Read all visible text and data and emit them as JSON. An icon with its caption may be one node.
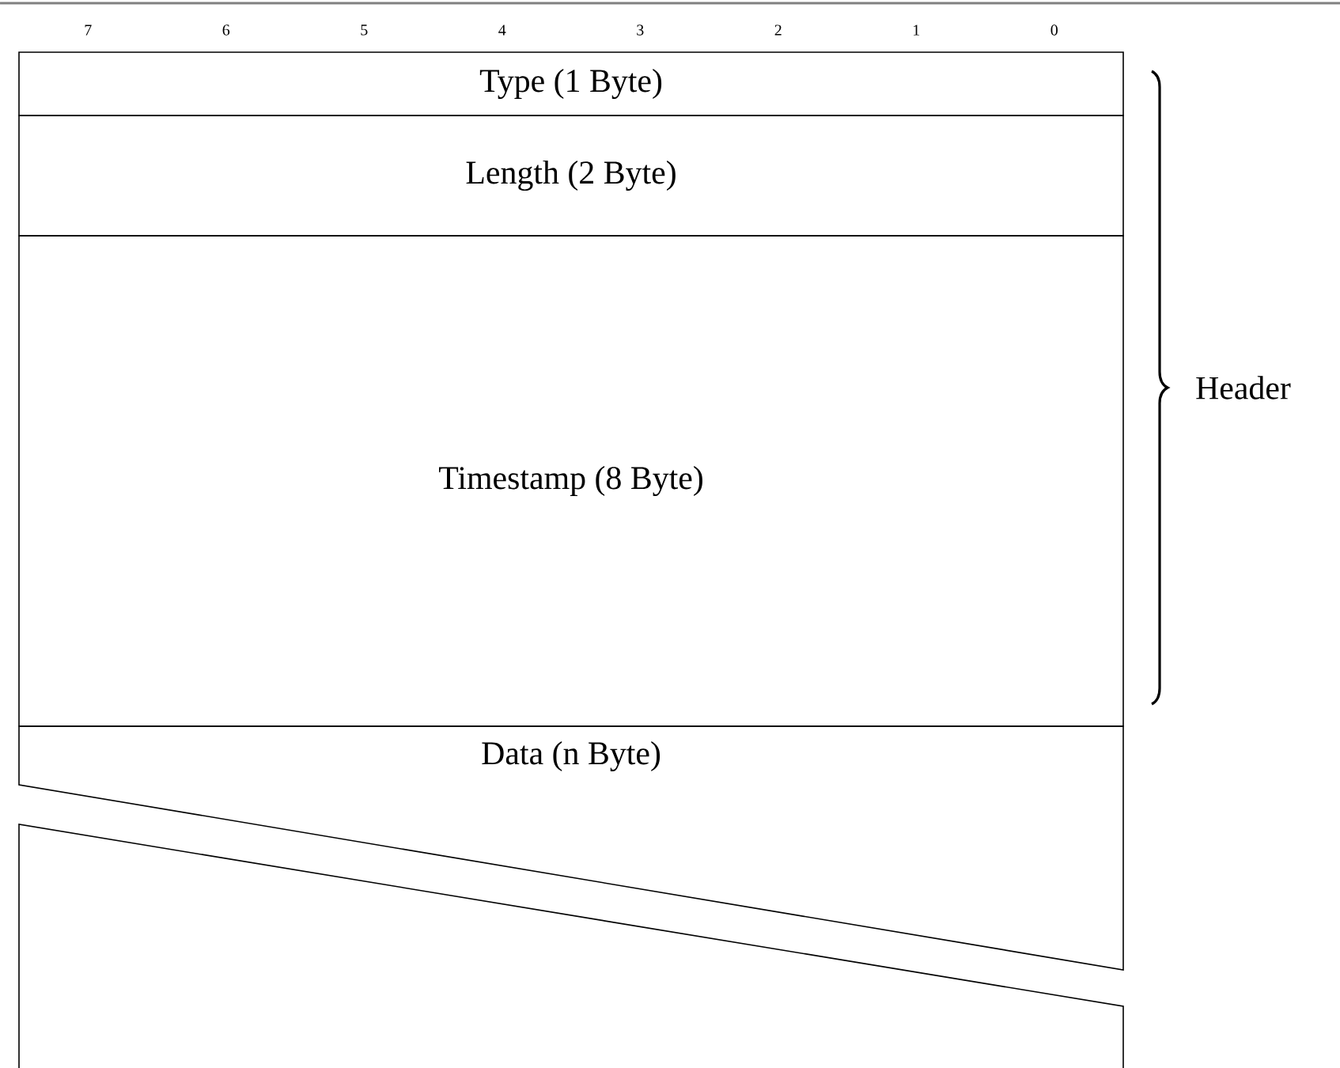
{
  "diagram": {
    "nodes": [
      {
        "text": [
          "Type (1 Byte)"
        ]
      },
      {
        "text": [
          "Length (2 Byte)"
        ]
      },
      {
        "text": [
          "Timestamp (8 Byte)"
        ]
      },
      {
        "text": [
          "Data (n Byte)"
        ]
      }
    ],
    "labels": [
      "7",
      "6",
      "5",
      "4",
      "3",
      "2",
      "1",
      "0",
      "Header"
    ]
  }
}
